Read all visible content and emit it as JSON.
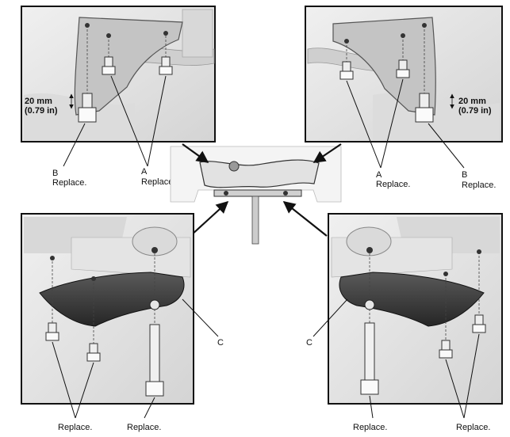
{
  "panels": {
    "top_left": {
      "dimension": "20 mm",
      "dimension_alt": "(0.79 in)",
      "callout_b_letter": "B",
      "callout_b_text": "Replace.",
      "callout_a_letter": "A",
      "callout_a_text": "Replace."
    },
    "top_right": {
      "dimension": "20 mm",
      "dimension_alt": "(0.79 in)",
      "callout_a_letter": "A",
      "callout_a_text": "Replace.",
      "callout_b_letter": "B",
      "callout_b_text": "Replace."
    },
    "bottom_left": {
      "callout_c_letter": "C",
      "callout_text_1": "Replace.",
      "callout_text_2": "Replace."
    },
    "bottom_right": {
      "callout_c_letter": "C",
      "callout_text_1": "Replace.",
      "callout_text_2": "Replace."
    }
  },
  "colors": {
    "panel_border": "#111111",
    "background": "#ffffff",
    "photo_light": "#e6e6e6",
    "photo_mid": "#c8c8c8",
    "bracket_dark": "#3a3a3a",
    "leader": "#111111"
  }
}
